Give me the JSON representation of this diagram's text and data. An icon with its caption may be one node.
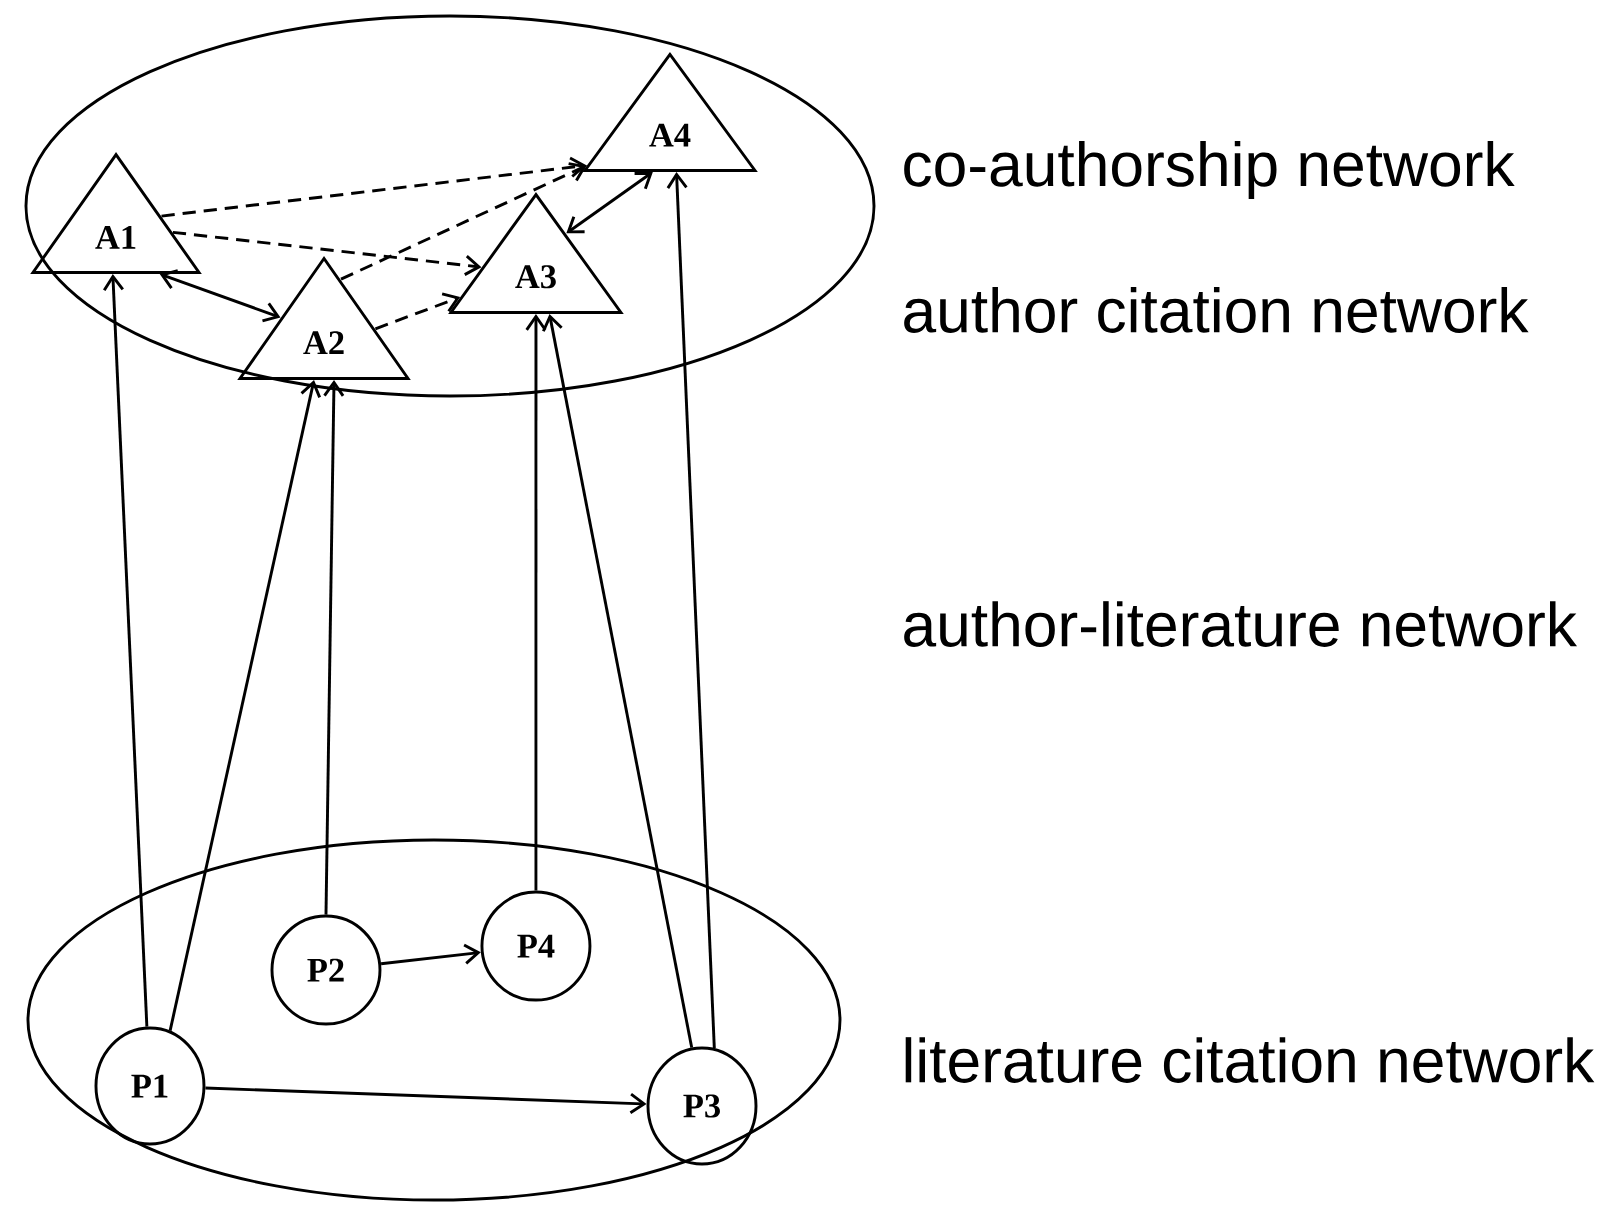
{
  "diagram": {
    "nodes": [
      {
        "text": [],
        "shape": "ellipse",
        "beside": [
          "co-authorship network",
          "author citation network"
        ]
      },
      {
        "text": [
          "A1"
        ],
        "in": 0
      },
      {
        "text": [
          "A2"
        ],
        "in": 0
      },
      {
        "text": [
          "A3"
        ],
        "in": 0
      },
      {
        "text": [
          "A4"
        ],
        "in": 0
      },
      {
        "text": [],
        "shape": "ellipse",
        "beside": [
          "literature citation network"
        ]
      },
      {
        "text": [
          "P2"
        ],
        "in": 5
      },
      {
        "text": [
          "P4"
        ],
        "in": 5
      },
      {
        "text": [
          "P1"
        ],
        "in": 5
      },
      {
        "text": [
          "P3"
        ],
        "in": 5
      }
    ],
    "edges": [
      {
        "from": 1,
        "to": 2,
        "arrow": "both"
      },
      {
        "from": 1,
        "to": 4,
        "arrow": "to",
        "style": "dashed"
      },
      {
        "from": 1,
        "to": 3,
        "arrow": "to",
        "style": "dashed"
      },
      {
        "from": 2,
        "to": 3,
        "arrow": "to",
        "style": "dashed"
      },
      {
        "from": 2,
        "to": 4,
        "arrow": "to",
        "style": "dashed"
      },
      {
        "from": 3,
        "to": 4,
        "arrow": "both"
      },
      {
        "from": 8,
        "to": 1,
        "arrow": "to"
      },
      {
        "from": 8,
        "to": 2,
        "arrow": "to"
      },
      {
        "from": 6,
        "to": 2,
        "arrow": "to"
      },
      {
        "from": 7,
        "to": 3,
        "arrow": "to"
      },
      {
        "from": 9,
        "to": 3,
        "arrow": "to"
      },
      {
        "from": 9,
        "to": 4,
        "arrow": "to"
      },
      {
        "from": 6,
        "to": 7,
        "arrow": "to"
      },
      {
        "from": 8,
        "to": 9,
        "arrow": "to"
      }
    ],
    "labels": [
      "author-literature network"
    ]
  }
}
